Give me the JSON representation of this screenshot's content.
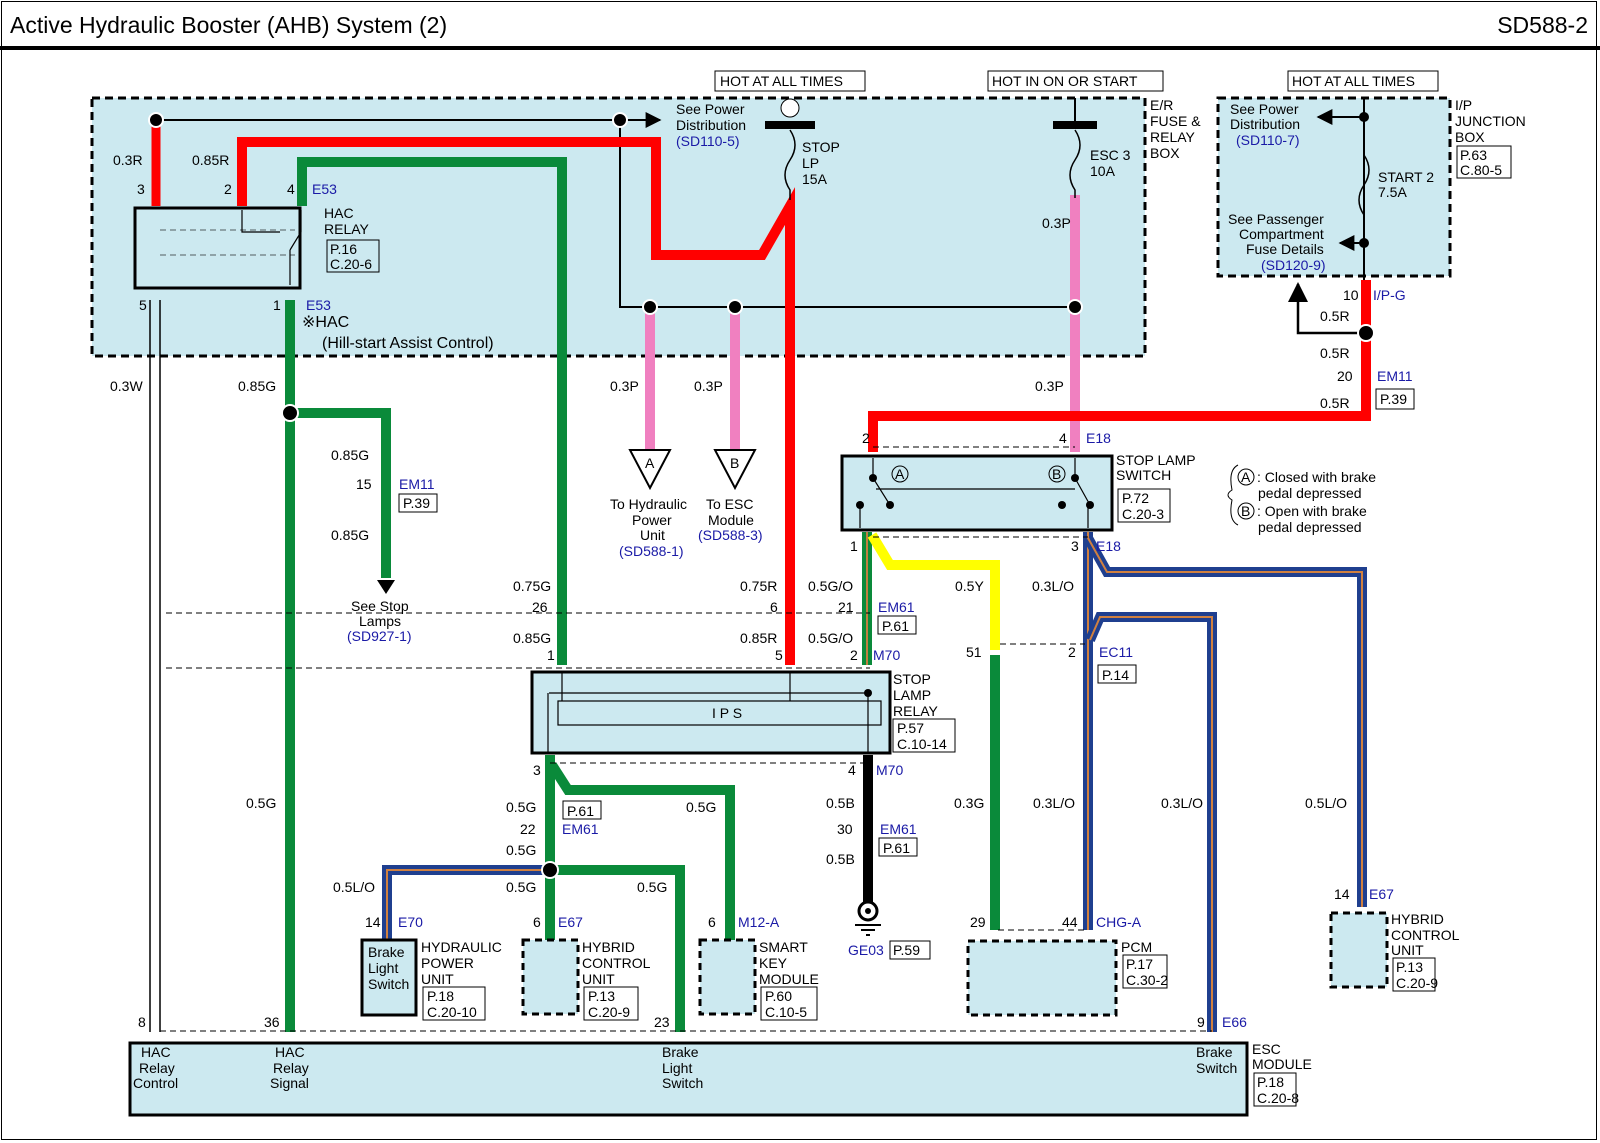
{
  "header": {
    "title": "Active Hydraulic Booster (AHB) System (2)",
    "code": "SD588-2"
  },
  "colors": {
    "box_fill": "#cce9f0",
    "red": "#ff0000",
    "green": "#0a8a3a",
    "pink": "#f080c0",
    "yellow": "#ffff00",
    "blue": "#1f3f8f",
    "orange_stripe": "#d08040",
    "link": "#1a1aa6"
  },
  "power_labels": {
    "hot1": "HOT AT ALL TIMES",
    "hot2": "HOT IN ON OR START",
    "hot3": "HOT AT ALL TIMES"
  },
  "er_box": {
    "name": [
      "E/R",
      "FUSE &",
      "RELAY",
      "BOX"
    ],
    "see_power": [
      "See Power",
      "Distribution"
    ],
    "see_power_ref": "(SD110-5)",
    "fuse1": [
      "STOP",
      "LP",
      "15A"
    ],
    "fuse2": [
      "ESC 3",
      "10A"
    ]
  },
  "ip_box": {
    "name": [
      "I/P",
      "JUNCTION",
      "BOX"
    ],
    "ref": [
      "P.63",
      "C.80-5"
    ],
    "see_power": [
      "See Power",
      "Distribution"
    ],
    "see_power_ref": "(SD110-7)",
    "fuse": [
      "START 2",
      "7.5A"
    ],
    "see_pass": [
      "See Passenger",
      "Compartment",
      "Fuse Details"
    ],
    "see_pass_ref": "(SD120-9)"
  },
  "hac_relay": {
    "name": [
      "HAC",
      "RELAY"
    ],
    "ref": [
      "P.16",
      "C.20-6"
    ],
    "conn": "E53",
    "note": "※HAC",
    "note2": "(Hill-start Assist Control)",
    "pins": {
      "p3": "3",
      "p2": "2",
      "p4": "4",
      "p5": "5",
      "p1": "1"
    }
  },
  "wires": {
    "w03R": "0.3R",
    "w085R": "0.85R",
    "w03W": "0.3W",
    "w085G_a": "0.85G",
    "w085G_b": "0.85G",
    "w085G_c": "0.85G",
    "w05G_left": "0.5G",
    "w03P_a": "0.3P",
    "w03P_b": "0.3P",
    "w03P_c": "0.3P",
    "w03P_d": "0.3P",
    "w05R_a": "0.5R",
    "w05R_b": "0.5R",
    "w05R_c": "0.5R",
    "w075G": "0.75G",
    "w085G_ips": "0.85G",
    "w075R": "0.75R",
    "w085R_ips": "0.85R",
    "w05GO_a": "0.5G/O",
    "w05GO_b": "0.5G/O",
    "w05Y": "0.5Y",
    "w03LO_a": "0.3L/O",
    "w03LO_b": "0.3L/O",
    "w03LO_c": "0.3L/O",
    "w05LO_a": "0.5L/O",
    "w03G": "0.3G",
    "w05LO_b": "0.5L/O",
    "w05G_a": "0.5G",
    "w05G_b": "0.5G",
    "w05G_c": "0.5G",
    "w05G_d": "0.5G",
    "w05G_e": "0.5G",
    "w05B_a": "0.5B",
    "w05B_b": "0.5B"
  },
  "connectors": {
    "em11_15": {
      "pin": "15",
      "name": "EM11",
      "ref": "P.39"
    },
    "em11_20": {
      "pin": "20",
      "name": "EM11",
      "ref": "P.39"
    },
    "ipg_10": {
      "pin": "10",
      "name": "I/P-G"
    },
    "em61_26": "26",
    "em61_6": "6",
    "em61_21": {
      "pin": "21",
      "name": "EM61",
      "ref": "P.61"
    },
    "m70_1": "1",
    "m70_5": "5",
    "m70_2": {
      "pin": "2",
      "name": "M70"
    },
    "m70_3": "3",
    "m70_4": {
      "pin": "4",
      "name": "M70"
    },
    "em61_22": {
      "pin": "22",
      "name": "EM61",
      "ref": "P.61"
    },
    "em61_30": {
      "pin": "30",
      "name": "EM61",
      "ref": "P.61"
    },
    "e18_2": "2",
    "e18_4": {
      "pin": "4",
      "name": "E18"
    },
    "e18_1": "1",
    "e18_3": {
      "pin": "3",
      "name": "E18"
    },
    "ec11_51": "51",
    "ec11_2": {
      "pin": "2",
      "name": "EC11",
      "ref": "P.14"
    },
    "e70_14": {
      "pin": "14",
      "name": "E70"
    },
    "e67_6": {
      "pin": "6",
      "name": "E67"
    },
    "m12a_6": {
      "pin": "6",
      "name": "M12-A"
    },
    "chg_29": "29",
    "chg_44": {
      "pin": "44",
      "name": "CHG-A"
    },
    "e67_14": {
      "pin": "14",
      "name": "E67"
    },
    "e66_8": "8",
    "e66_36": "36",
    "e66_23": "23",
    "e66_9": {
      "pin": "9",
      "name": "E66"
    },
    "ground": {
      "name": "GE03",
      "ref": "P.59"
    }
  },
  "offpage": {
    "a": {
      "letter": "A",
      "text": [
        "To Hydraulic",
        "Power",
        "Unit"
      ],
      "ref": "(SD588-1)"
    },
    "b": {
      "letter": "B",
      "text": [
        "To ESC",
        "Module"
      ],
      "ref": "(SD588-3)"
    },
    "stop": {
      "text": [
        "See Stop",
        "Lamps"
      ],
      "ref": "(SD927-1)"
    }
  },
  "stop_lamp_switch": {
    "name": [
      "STOP LAMP",
      "SWITCH"
    ],
    "ref": [
      "P.72",
      "C.20-3"
    ],
    "a": "A",
    "b": "B",
    "legend": [
      {
        "sym": "A",
        "text": [
          ": Closed with brake",
          "pedal depressed"
        ]
      },
      {
        "sym": "B",
        "text": [
          ": Open with brake",
          "pedal depressed"
        ]
      }
    ]
  },
  "stop_lamp_relay": {
    "name": [
      "STOP",
      "LAMP",
      "RELAY"
    ],
    "ref": [
      "P.57",
      "C.10-14"
    ],
    "ips": "I P S"
  },
  "components": {
    "hpu": {
      "inner": [
        "Brake",
        "Light",
        "Switch"
      ],
      "name": [
        "HYDRAULIC",
        "POWER",
        "UNIT"
      ],
      "ref": [
        "P.18",
        "C.20-10"
      ]
    },
    "hcu1": {
      "name": [
        "HYBRID",
        "CONTROL",
        "UNIT"
      ],
      "ref": [
        "P.13",
        "C.20-9"
      ]
    },
    "skm": {
      "name": [
        "SMART",
        "KEY",
        "MODULE"
      ],
      "ref": [
        "P.60",
        "C.10-5"
      ]
    },
    "pcm": {
      "name": [
        "PCM"
      ],
      "ref": [
        "P.17",
        "C.30-2"
      ]
    },
    "hcu2": {
      "name": [
        "HYBRID",
        "CONTROL",
        "UNIT"
      ],
      "ref": [
        "P.13",
        "C.20-9"
      ]
    },
    "esc": {
      "name": [
        "ESC",
        "MODULE"
      ],
      "ref": [
        "P.18",
        "C.20-8"
      ],
      "pins": {
        "hac_ctrl": [
          "HAC",
          "Relay",
          "Control"
        ],
        "hac_sig": [
          "HAC",
          "Relay",
          "Signal"
        ],
        "bls": [
          "Brake",
          "Light",
          "Switch"
        ],
        "bsw": [
          "Brake",
          "Switch"
        ]
      }
    }
  }
}
